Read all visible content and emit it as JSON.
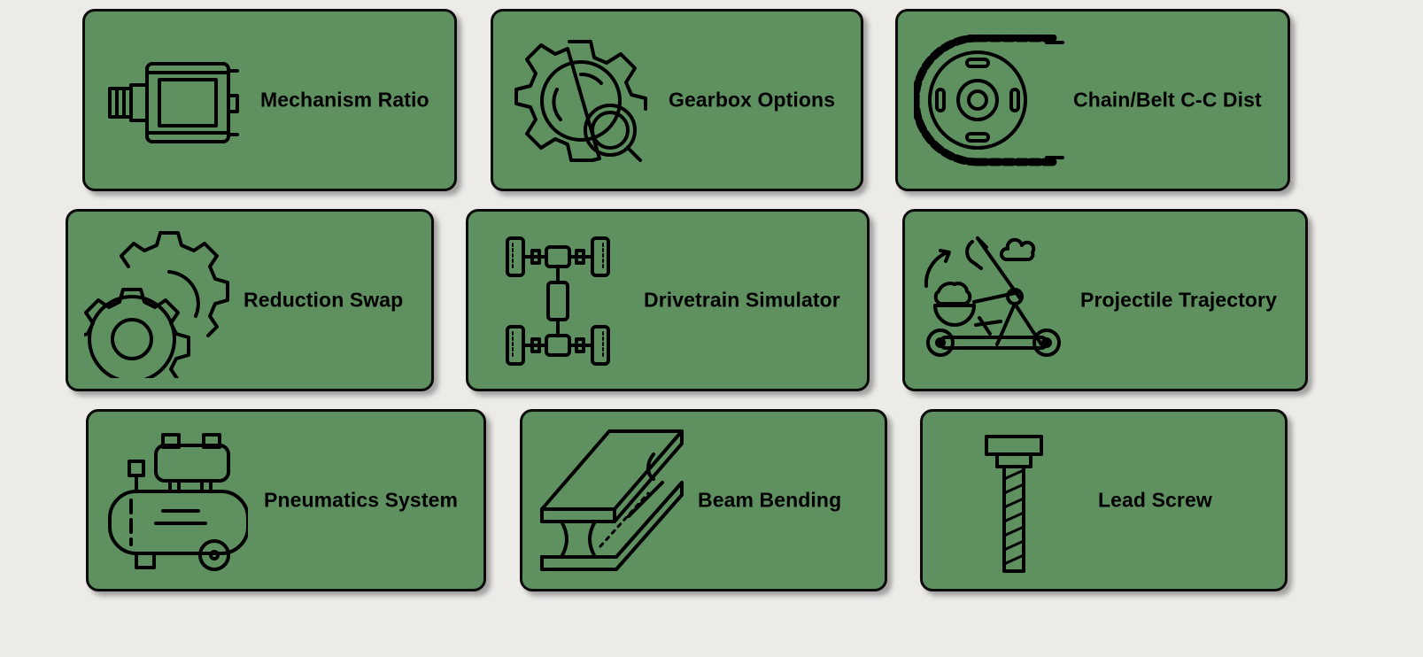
{
  "tools": [
    {
      "label": "Mechanism Ratio",
      "icon": "dc-motor-icon"
    },
    {
      "label": "Gearbox Options",
      "icon": "gear-search-icon"
    },
    {
      "label": "Chain/Belt C-C Dist",
      "icon": "chain-sprocket-icon"
    },
    {
      "label": "Reduction Swap",
      "icon": "gears-icon"
    },
    {
      "label": "Drivetrain Simulator",
      "icon": "drivetrain-chassis-icon"
    },
    {
      "label": "Projectile Trajectory",
      "icon": "catapult-icon"
    },
    {
      "label": "Pneumatics System",
      "icon": "air-compressor-icon"
    },
    {
      "label": "Beam Bending",
      "icon": "i-beam-icon"
    },
    {
      "label": "Lead Screw",
      "icon": "lead-screw-icon"
    }
  ],
  "colors": {
    "background": "#edebe8",
    "card": "#5f9060",
    "border": "#0b0b0b"
  }
}
